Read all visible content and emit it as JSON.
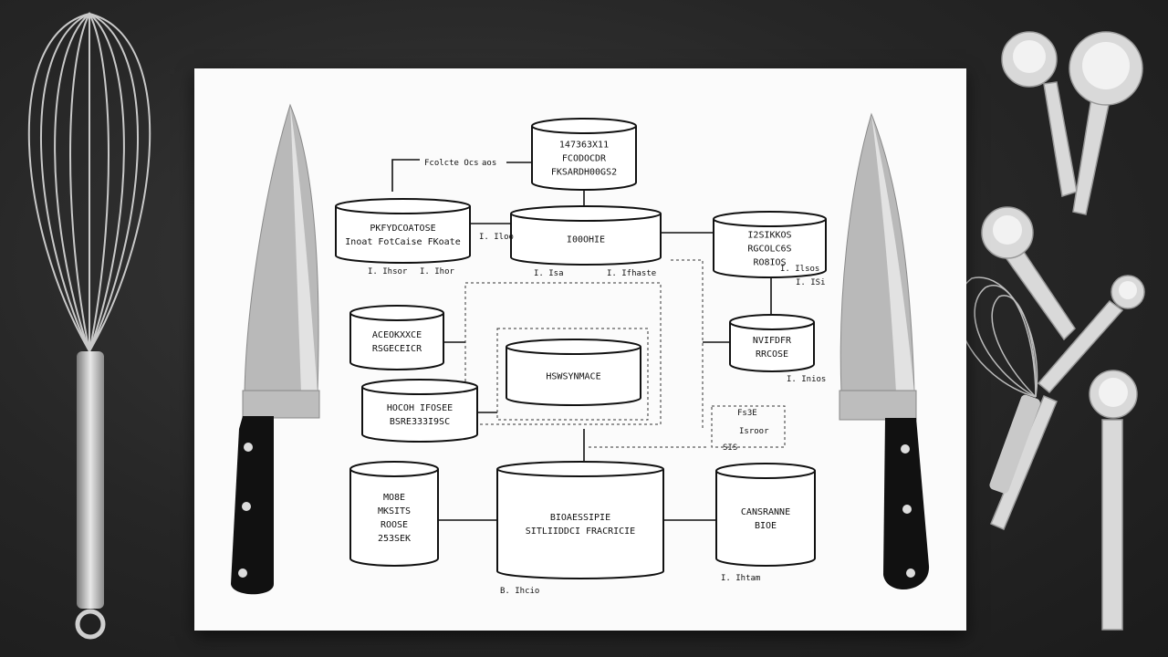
{
  "scene": {
    "background_color": "#2a2a2a",
    "paper_color": "#fbfbfb",
    "objects": [
      "whisk-left",
      "chef-knife-left",
      "chef-knife-right",
      "measuring-spoons",
      "small-whisk",
      "diagram-paper"
    ]
  },
  "diagram": {
    "nodes": [
      {
        "id": "top",
        "lines": [
          "147363X11",
          "FCODOCDR",
          "FKSARDH00GS2"
        ]
      },
      {
        "id": "left-top",
        "lines": [
          "PKFYDCOATOSE",
          "Inoat FotCaise FKoate"
        ]
      },
      {
        "id": "center-top",
        "lines": [
          "I00OHIE"
        ]
      },
      {
        "id": "right-top",
        "lines": [
          "I2SIKKOS",
          "RGCOLC6S",
          "RO8IOS"
        ]
      },
      {
        "id": "left-mid",
        "lines": [
          "ACEOKXXCE",
          "RSGECEICR"
        ]
      },
      {
        "id": "center-mid",
        "lines": [
          "HSWSYNMACE"
        ]
      },
      {
        "id": "right-mid",
        "lines": [
          "NVIFDFR",
          "RRCOSE"
        ]
      },
      {
        "id": "left-mid2",
        "lines": [
          "HOCOH IFOSEE",
          "BSRE333I9SC"
        ]
      },
      {
        "id": "left-bottom",
        "lines": [
          "MO8E",
          "MKSITS",
          "ROOSE",
          "253SEK"
        ]
      },
      {
        "id": "center-bottom",
        "lines": [
          "BIOAESSIPIE",
          "SITLIIDDCI FRACRICIE"
        ]
      },
      {
        "id": "right-bottom",
        "lines": [
          "CANSRANNE",
          "BIOE"
        ]
      }
    ],
    "labels": [
      "Fcolcte Ocs",
      "aos",
      "I. Ihsor",
      "I. Ihor",
      "I. Isa",
      "I. Ifhaste",
      "I. Ilsos",
      "I. Inios",
      "Fs3E",
      "Isroor",
      "SIS",
      "B. Ihcio",
      "I. Ihtam",
      "I. ISi",
      "I. Iloo"
    ]
  }
}
